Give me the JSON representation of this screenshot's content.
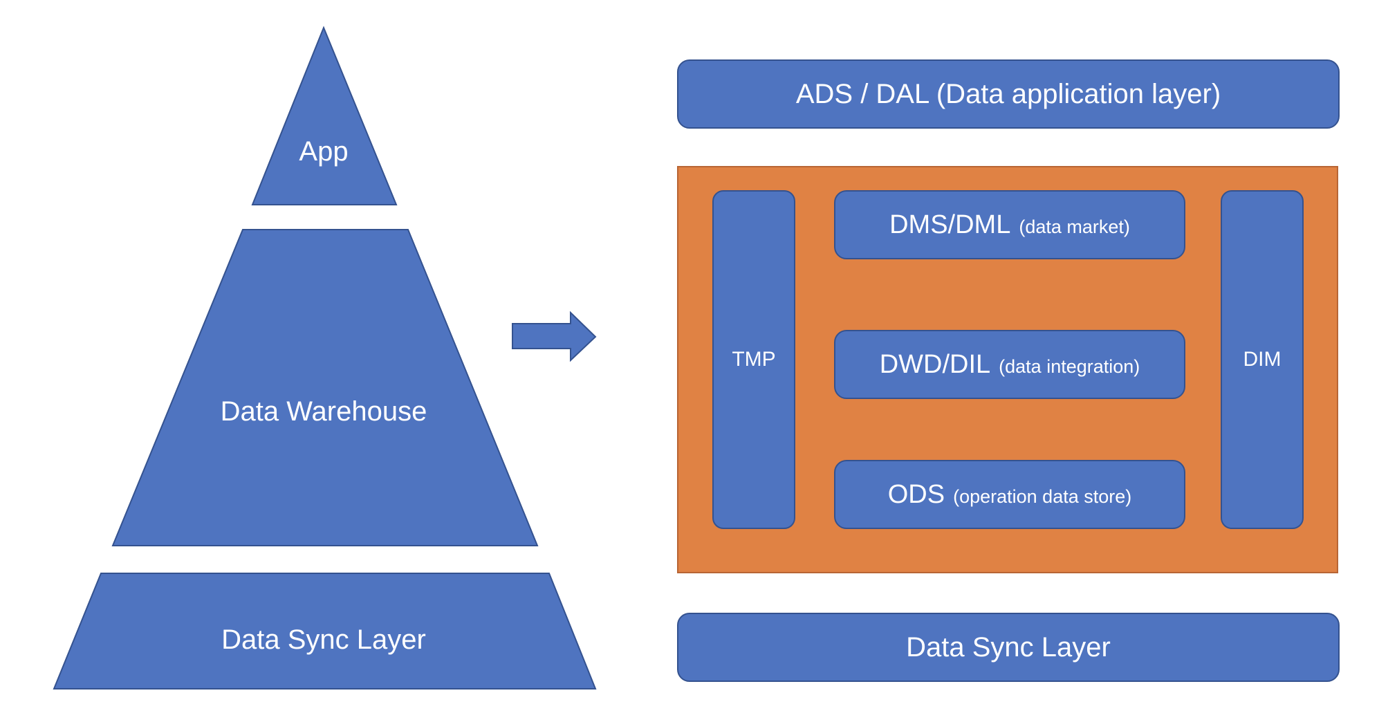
{
  "pyramid": {
    "top_label": "App",
    "middle_label": "Data Warehouse",
    "bottom_label": "Data Sync Layer"
  },
  "layers": {
    "application": "ADS / DAL (Data application layer)",
    "core": {
      "left_side": "TMP",
      "right_side": "DIM",
      "market": {
        "name": "DMS/DML",
        "desc": "(data market)"
      },
      "integration": {
        "name": "DWD/DIL",
        "desc": "(data integration)"
      },
      "ods": {
        "name": "ODS",
        "desc": "(operation data store)"
      }
    },
    "sync": "Data Sync Layer"
  },
  "colors": {
    "blue": "#4f74c0",
    "blue_border": "#34528f",
    "orange": "#e08244"
  }
}
